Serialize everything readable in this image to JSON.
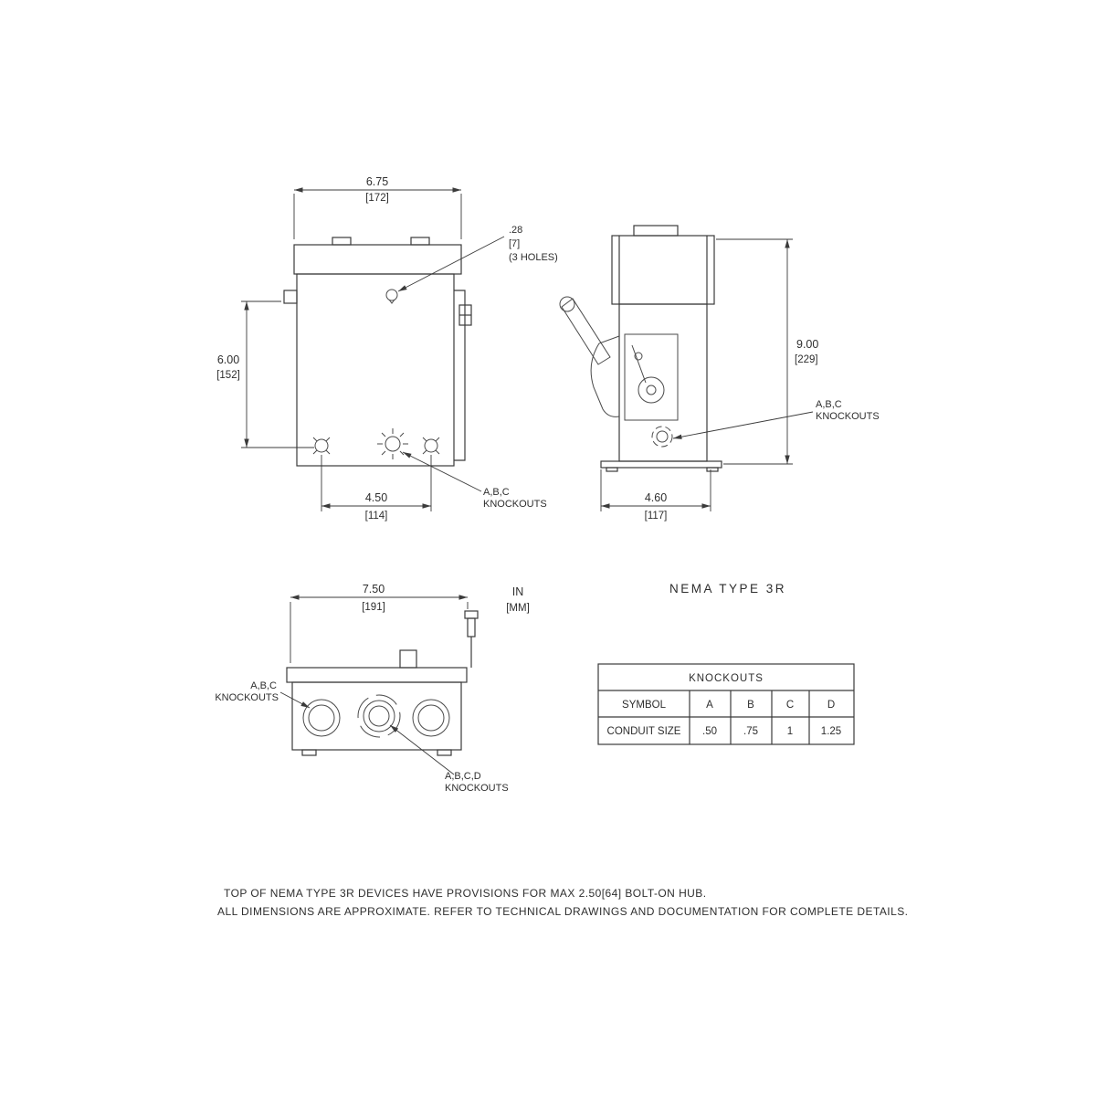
{
  "drawing": {
    "front": {
      "dim_width_in": "6.75",
      "dim_width_mm": "[172]",
      "dim_height_in": "6.00",
      "dim_height_mm": "[152]",
      "dim_bottom_in": "4.50",
      "dim_bottom_mm": "[114]",
      "hole_dia": ".28",
      "hole_dia_mm": "[7]",
      "hole_count": "(3 HOLES)",
      "ko_line1": "A,B,C",
      "ko_line2": "KNOCKOUTS"
    },
    "side": {
      "dim_height_in": "9.00",
      "dim_height_mm": "[229]",
      "dim_width_in": "4.60",
      "dim_width_mm": "[117]",
      "ko_line1": "A,B,C",
      "ko_line2": "KNOCKOUTS"
    },
    "bottom": {
      "dim_width_in": "7.50",
      "dim_width_mm": "[191]",
      "units_line1": "IN",
      "units_line2": "[MM]",
      "ko_abc_line1": "A,B,C",
      "ko_abc_line2": "KNOCKOUTS",
      "ko_abcd_line1": "A,B,C,D",
      "ko_abcd_line2": "KNOCKOUTS"
    },
    "type_label": "NEMA TYPE 3R"
  },
  "table": {
    "title": "KNOCKOUTS",
    "header_row": [
      "SYMBOL",
      "A",
      "B",
      "C",
      "D"
    ],
    "value_row": [
      "CONDUIT SIZE",
      ".50",
      ".75",
      "1",
      "1.25"
    ]
  },
  "notes": {
    "line1": "TOP OF NEMA TYPE 3R DEVICES HAVE PROVISIONS FOR MAX 2.50[64] BOLT-ON HUB.",
    "line2": "ALL DIMENSIONS ARE APPROXIMATE. REFER TO TECHNICAL DRAWINGS AND DOCUMENTATION FOR COMPLETE DETAILS."
  }
}
